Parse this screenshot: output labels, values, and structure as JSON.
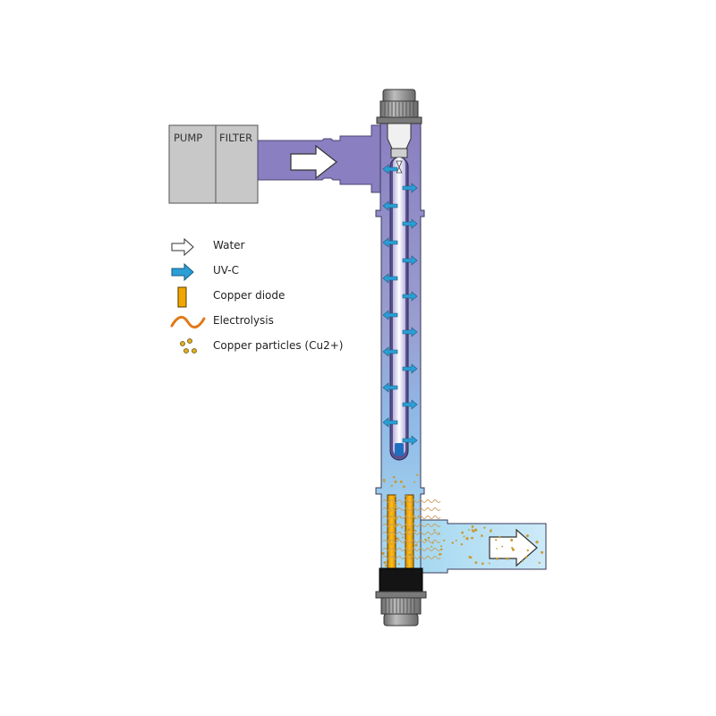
{
  "diagram": {
    "colors": {
      "pipe_top": "#8a7fc0",
      "pipe_bottom": "#a8dcf2",
      "pump_box": "#c8c8c8",
      "uv_arrow": "#2a9fd6",
      "copper": "#f0a800",
      "electrolysis": "#e07a1a",
      "particles": "#e0b020",
      "cap_gray": "#8a8a8a",
      "base_black": "#141414"
    },
    "boxes": [
      {
        "label": "PUMP"
      },
      {
        "label": "FILTER"
      }
    ],
    "uv_arrows_left_y": [
      189,
      230,
      271,
      311,
      352,
      393,
      433,
      472
    ],
    "uv_arrows_right_y": [
      210,
      250,
      291,
      331,
      371,
      412,
      452,
      492
    ]
  },
  "legend": {
    "items": [
      {
        "icon": "water-arrow-icon",
        "label": "Water"
      },
      {
        "icon": "uvc-arrow-icon",
        "label": "UV-C"
      },
      {
        "icon": "copper-diode-icon",
        "label": "Copper diode"
      },
      {
        "icon": "electrolysis-wave-icon",
        "label": "Electrolysis"
      },
      {
        "icon": "copper-particles-icon",
        "label": "Copper particles (Cu2+)"
      }
    ]
  }
}
